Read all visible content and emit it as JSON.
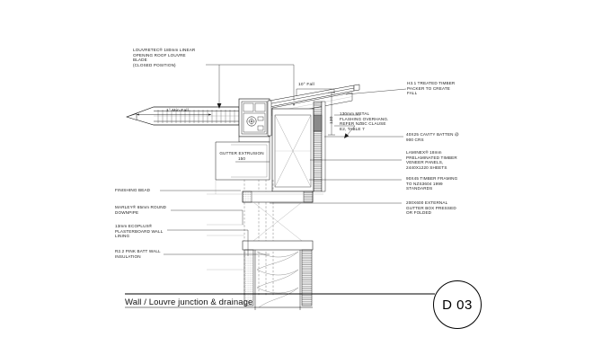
{
  "drawing": {
    "title": "Wall / Louvre junction & drainage",
    "detail_ref": "D 03",
    "sheet_bg": "#ffffff",
    "line_color": "#1a1a1a"
  },
  "annotations": {
    "louvre_blade": "LOUVRETEC® 180mm LINEAR\nOPENING ROOF LOUVRE\nBLADE\n(CLOSED POSITION)",
    "timber_packer": "H3.1 TREATED TIMBER\nPACKER TO CREATE\nFALL",
    "metal_flashing": "130mm METAL\nFLASHING OVERHANG.\nREFER NZBC CLAUSE\nE2, TABLE 7",
    "cavity_batten": "40X25 CAVITY BATTEN @\n900 CRS",
    "laminex_panels": "LAMINEX® 18mm\nPRELAMINATED TIMBER\nVENEER PANELS,\n2440X1220 SHEETS",
    "timber_framing": "90X45 TIMBER FRAMING\nTO NZS3604 1999\nSTANDARDS",
    "gutter_box": "200X600 EXTERNAL\nGUTTER BOX PRESSED\nOR FOLDED",
    "gutter_extrusion": "GUTTER EXTRUSION\n150",
    "finishing_bead": "FINISHING BEAD",
    "downpipe": "MARLEY® 65mm ROUND\nDOWNPIPE",
    "plasterboard": "13mm ECOPLUS®\nPLASTERBOARD WALL\nLINING",
    "insulation": "R2.2 PINK BATT WALL\nINSULATION"
  },
  "dimensions": {
    "fall_roof": "10° Fall",
    "fall_louvre": "1° Min Fall",
    "flashing_height": "130"
  }
}
